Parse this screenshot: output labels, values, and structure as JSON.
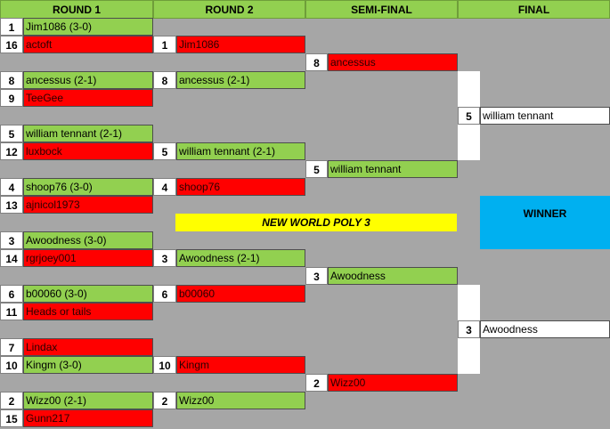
{
  "headers": [
    "ROUND 1",
    "ROUND 2",
    "SEMI-FINAL",
    "FINAL"
  ],
  "title": "NEW WORLD POLY 3",
  "winner_label": "WINNER",
  "round1": [
    {
      "seed": "1",
      "name": "Jim1086 (3-0)",
      "status": "win"
    },
    {
      "seed": "16",
      "name": "actoft",
      "status": "loss"
    },
    {
      "seed": "8",
      "name": "ancessus (2-1)",
      "status": "win"
    },
    {
      "seed": "9",
      "name": "TeeGee",
      "status": "loss"
    },
    {
      "seed": "5",
      "name": "william tennant (2-1)",
      "status": "win"
    },
    {
      "seed": "12",
      "name": "luxbock",
      "status": "loss"
    },
    {
      "seed": "4",
      "name": "shoop76 (3-0)",
      "status": "win"
    },
    {
      "seed": "13",
      "name": "ajnicol1973",
      "status": "loss"
    },
    {
      "seed": "3",
      "name": "Awoodness (3-0)",
      "status": "win"
    },
    {
      "seed": "14",
      "name": "rgrjoey001",
      "status": "loss"
    },
    {
      "seed": "6",
      "name": "b00060 (3-0)",
      "status": "win"
    },
    {
      "seed": "11",
      "name": "Heads or tails",
      "status": "loss"
    },
    {
      "seed": "7",
      "name": "Lindax",
      "status": "loss"
    },
    {
      "seed": "10",
      "name": "Kingm (3-0)",
      "status": "win"
    },
    {
      "seed": "2",
      "name": "Wizz00 (2-1)",
      "status": "win"
    },
    {
      "seed": "15",
      "name": "Gunn217",
      "status": "loss"
    }
  ],
  "round2": [
    {
      "seed": "1",
      "name": "Jim1086",
      "status": "loss"
    },
    {
      "seed": "8",
      "name": "ancessus (2-1)",
      "status": "win"
    },
    {
      "seed": "5",
      "name": "william tennant (2-1)",
      "status": "win"
    },
    {
      "seed": "4",
      "name": "shoop76",
      "status": "loss"
    },
    {
      "seed": "3",
      "name": "Awoodness (2-1)",
      "status": "win"
    },
    {
      "seed": "6",
      "name": "b00060",
      "status": "loss"
    },
    {
      "seed": "10",
      "name": "Kingm",
      "status": "loss"
    },
    {
      "seed": "2",
      "name": "Wizz00",
      "status": "win"
    }
  ],
  "semifinal": [
    {
      "seed": "8",
      "name": "ancessus",
      "status": "loss"
    },
    {
      "seed": "5",
      "name": "william tennant",
      "status": "win"
    },
    {
      "seed": "3",
      "name": "Awoodness",
      "status": "win"
    },
    {
      "seed": "2",
      "name": "Wizz00",
      "status": "loss"
    }
  ],
  "final": [
    {
      "seed": "5",
      "name": "william tennant",
      "status": "neutral"
    },
    {
      "seed": "3",
      "name": "Awoodness",
      "status": "neutral"
    }
  ]
}
